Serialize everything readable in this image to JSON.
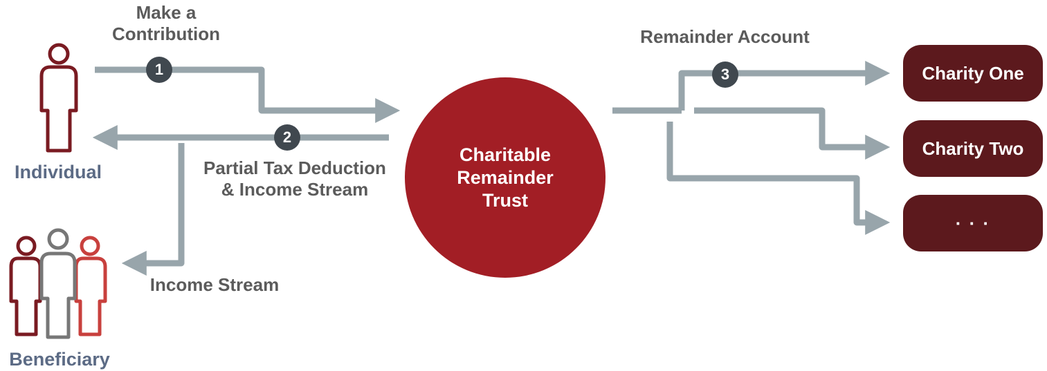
{
  "labels": {
    "make_contribution": "Make a\nContribution",
    "partial_tax": "Partial Tax Deduction\n& Income Stream",
    "income_stream": "Income Stream",
    "remainder_account": "Remainder Account"
  },
  "actors": {
    "individual": "Individual",
    "beneficiary": "Beneficiary"
  },
  "trust": {
    "label": "Charitable\nRemainder\nTrust"
  },
  "steps": [
    "1",
    "2",
    "3"
  ],
  "charities": [
    "Charity One",
    "Charity Two",
    "· · ·"
  ],
  "colors": {
    "trust": "#a21e25",
    "charity_box": "#5c191d",
    "arrow": "#98a5ab",
    "step_badge": "#40484f",
    "actor_label": "#5c6b85",
    "person_dark": "#7a1b22",
    "person_gray": "#777777",
    "person_red": "#c8403d"
  },
  "icons": [
    "person-icon",
    "group-icon",
    "arrow-icon"
  ]
}
